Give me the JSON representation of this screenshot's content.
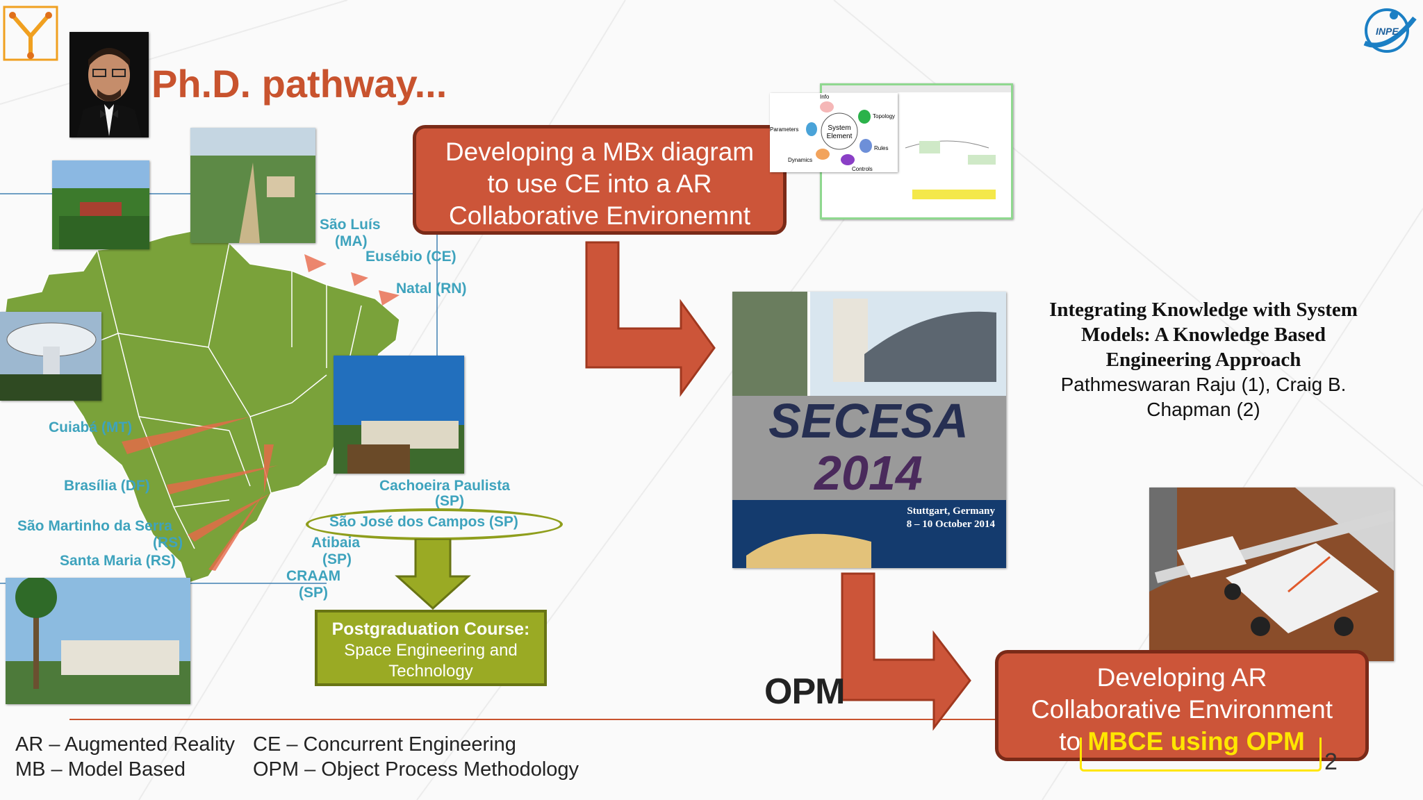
{
  "slide": {
    "title": "Ph.D. pathway...",
    "page_number": "2"
  },
  "boxes": {
    "mbx_line1": "Developing a MBx diagram",
    "mbx_line2": "to use CE into a AR",
    "mbx_line3": "Collaborative Environemnt",
    "ar_line1": "Developing AR",
    "ar_line2": "Collaborative Environment",
    "ar_line3_prefix": "to ",
    "ar_line3_highlight": "MBCE using OPM",
    "course_title": "Postgraduation Course:",
    "course_line2": "Space Engineering and",
    "course_line3": "Technology"
  },
  "labels": {
    "opm": "OPM"
  },
  "cities": {
    "sao_luis": "São Luís",
    "sao_luis_state": "(MA)",
    "eusebio": "Eusébio (CE)",
    "natal": "Natal (RN)",
    "cuiaba": "Cuiabá (MT)",
    "brasilia": "Brasília (DF)",
    "sao_martinho": "São Martinho da Serra",
    "sao_martinho_state": "(RS)",
    "santa_maria": "Santa Maria (RS)",
    "cachoeira": "Cachoeira Paulista",
    "cachoeira_state": "(SP)",
    "sjc": "São José dos Campos (SP)",
    "atibaia": "Atibaia",
    "atibaia_state": "(SP)",
    "craam": "CRAAM",
    "craam_state": "(SP)"
  },
  "paper": {
    "title_line1": "Integrating Knowledge with System",
    "title_line2": "Models: A Knowledge Based",
    "title_line3": "Engineering Approach",
    "authors_line1": "Pathmeswaran Raju (1), Craig B.",
    "authors_line2": "Chapman (2)"
  },
  "conference": {
    "name_line1": "SECESA",
    "name_line2": "2014",
    "location": "Stuttgart, Germany",
    "dates": "8 – 10 October 2014"
  },
  "diagram": {
    "center_line1": "System",
    "center_line2": "Element",
    "nodes": [
      "Info",
      "Topology",
      "Rules",
      "Controls",
      "Dynamics",
      "Parameters"
    ]
  },
  "abbreviations": {
    "ar": "AR – Augmented Reality",
    "mb": "MB – Model Based",
    "ce": "CE – Concurrent Engineering",
    "opm": "OPM – Object Process Methodology"
  },
  "logos": {
    "inpe": "INPE"
  },
  "colors": {
    "title": "#c8532e",
    "red_box": "#cc5539",
    "olive_box": "#9aaa24",
    "map_green": "#7aa23a",
    "city_label": "#3ea3bd",
    "highlight": "#ffe600"
  }
}
